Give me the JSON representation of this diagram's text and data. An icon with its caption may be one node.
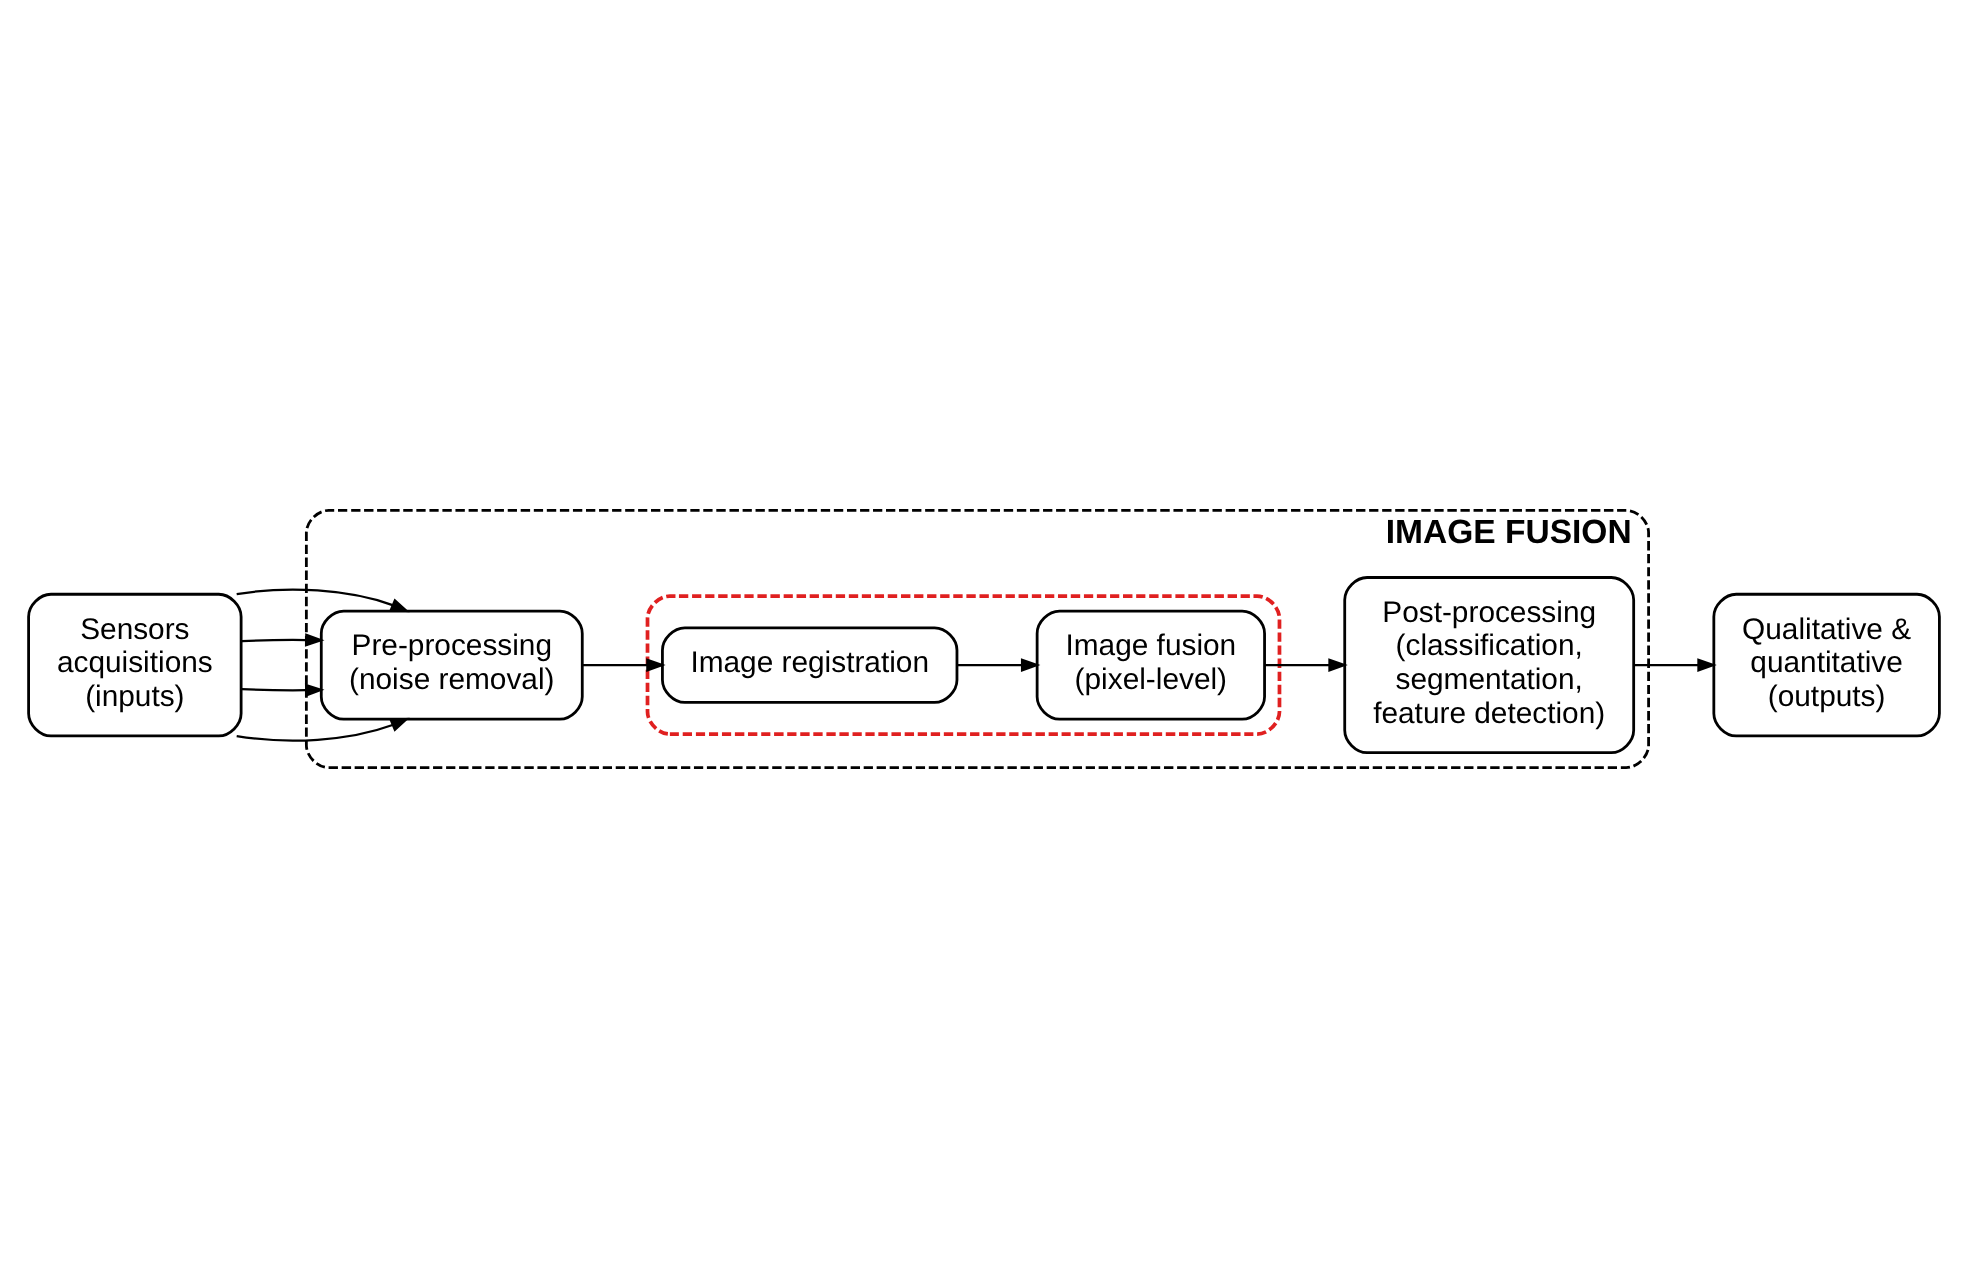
{
  "diagram": {
    "nodes": [
      {
        "text": [
          "Sensors acquisitions (inputs)"
        ]
      },
      {
        "text": [
          "IMAGE FUSION"
        ]
      },
      {
        "text": [
          "Pre-processing (noise removal)"
        ],
        "in": 1
      },
      {
        "text": [],
        "shape": "ellipse",
        "in": 1
      },
      {
        "text": [
          "Image registration"
        ],
        "in": 3
      },
      {
        "text": [
          "Image fusion (pixel-level)"
        ],
        "in": 3
      },
      {
        "text": [
          "Post-processing (classification, segmentation, feature detection)"
        ],
        "in": 1
      },
      {
        "text": [
          "Qualitative & quantitative (outputs)"
        ]
      }
    ],
    "edges": [
      {
        "from": 0,
        "to": 2,
        "arrow": "to"
      },
      {
        "from": 0,
        "to": 2,
        "arrow": "to"
      },
      {
        "from": 0,
        "to": 2,
        "arrow": "to"
      },
      {
        "from": 0,
        "to": 2,
        "arrow": "to"
      },
      {
        "from": 2,
        "to": 4,
        "arrow": "to"
      },
      {
        "from": 4,
        "to": 5,
        "arrow": "to"
      },
      {
        "from": 5,
        "to": 6,
        "arrow": "to"
      },
      {
        "from": 6,
        "to": 7,
        "arrow": "to"
      }
    ]
  }
}
